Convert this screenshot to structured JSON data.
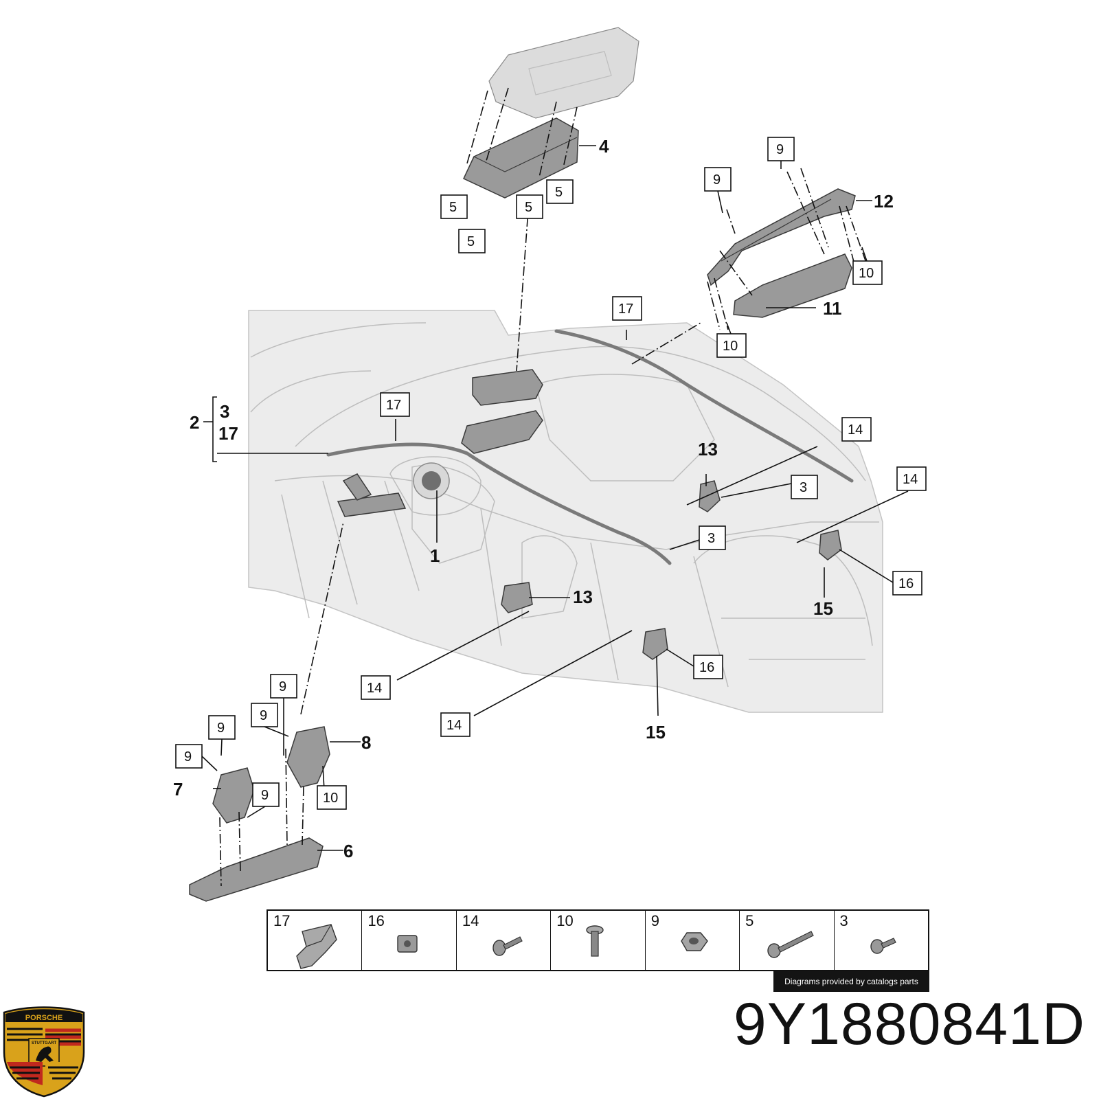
{
  "diagram": {
    "plain_labels": [
      {
        "id": "lbl-1",
        "text": "1"
      },
      {
        "id": "lbl-2",
        "text": "2"
      },
      {
        "id": "lbl-3",
        "text": "3"
      },
      {
        "id": "lbl-4",
        "text": "4"
      },
      {
        "id": "lbl-6",
        "text": "6"
      },
      {
        "id": "lbl-7",
        "text": "7"
      },
      {
        "id": "lbl-8",
        "text": "8"
      },
      {
        "id": "lbl-11",
        "text": "11"
      },
      {
        "id": "lbl-12",
        "text": "12"
      },
      {
        "id": "lbl-13a",
        "text": "13"
      },
      {
        "id": "lbl-13b",
        "text": "13"
      },
      {
        "id": "lbl-15a",
        "text": "15"
      },
      {
        "id": "lbl-15b",
        "text": "15"
      },
      {
        "id": "lbl-17",
        "text": "17"
      }
    ],
    "boxed_labels": [
      {
        "id": "box-5a",
        "text": "5"
      },
      {
        "id": "box-5b",
        "text": "5"
      },
      {
        "id": "box-5c",
        "text": "5"
      },
      {
        "id": "box-5d",
        "text": "5"
      },
      {
        "id": "box-9a",
        "text": "9"
      },
      {
        "id": "box-9b",
        "text": "9"
      },
      {
        "id": "box-10a",
        "text": "10"
      },
      {
        "id": "box-10b",
        "text": "10"
      },
      {
        "id": "box-17a",
        "text": "17"
      },
      {
        "id": "box-17b",
        "text": "17"
      },
      {
        "id": "box-14a",
        "text": "14"
      },
      {
        "id": "box-14b",
        "text": "14"
      },
      {
        "id": "box-3a",
        "text": "3"
      },
      {
        "id": "box-3b",
        "text": "3"
      },
      {
        "id": "box-16a",
        "text": "16"
      },
      {
        "id": "box-16b",
        "text": "16"
      },
      {
        "id": "box-14c",
        "text": "14"
      },
      {
        "id": "box-14d",
        "text": "14"
      },
      {
        "id": "box-9c",
        "text": "9"
      },
      {
        "id": "box-9d",
        "text": "9"
      },
      {
        "id": "box-9e",
        "text": "9"
      },
      {
        "id": "box-9f",
        "text": "9"
      },
      {
        "id": "box-9g",
        "text": "9"
      },
      {
        "id": "box-10c",
        "text": "10"
      }
    ]
  },
  "parts_table": [
    {
      "number": "17",
      "icon": "bracket-clip-icon"
    },
    {
      "number": "16",
      "icon": "clip-nut-icon"
    },
    {
      "number": "14",
      "icon": "torx-bolt-icon"
    },
    {
      "number": "10",
      "icon": "flange-bolt-icon"
    },
    {
      "number": "9",
      "icon": "hex-nut-icon"
    },
    {
      "number": "5",
      "icon": "long-bolt-icon"
    },
    {
      "number": "3",
      "icon": "short-screw-icon"
    }
  ],
  "credit": "Diagrams provided by catalogs parts",
  "part_number": "9Y1880841D",
  "logo": {
    "brand": "PORSCHE",
    "city": "STUTTGART",
    "colors": {
      "gold": "#d9a21b",
      "red": "#c0281e",
      "black": "#111111"
    }
  }
}
